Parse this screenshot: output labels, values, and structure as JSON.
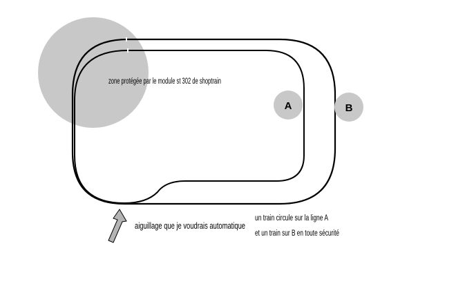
{
  "zone_label": "zone protégée par le module st 302 de shoptrain",
  "circle_a_label": "A",
  "circle_b_label": "B",
  "switch_label": "aiguillage que je voudrais  automatique",
  "note_line1": "un train circule sur la ligne A",
  "note_line2": "et un train sur B en toute sécurité",
  "colors": {
    "track": "#000000",
    "zone_circle": "#c8c8c8",
    "label_circle": "#c8c8c8",
    "arrow_fill": "#b4b4b4"
  },
  "icons": {
    "arrow": "arrow-up-right-icon"
  }
}
